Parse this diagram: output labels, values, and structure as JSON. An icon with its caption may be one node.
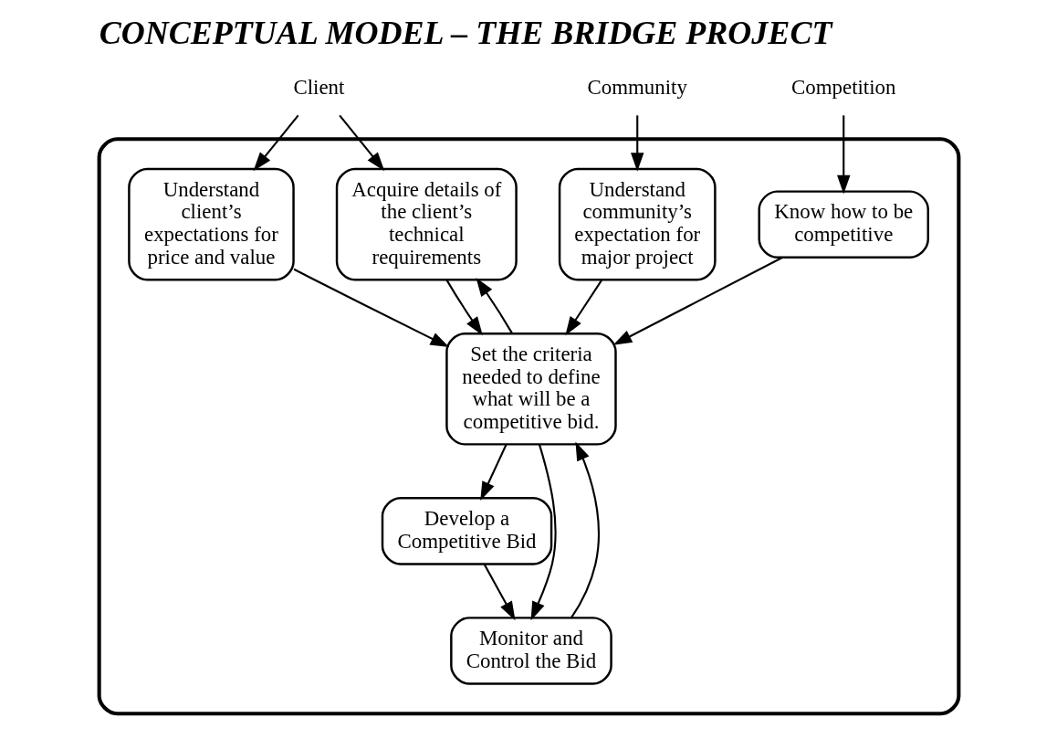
{
  "diagram": {
    "title": "CONCEPTUAL MODEL – THE BRIDGE PROJECT",
    "nodes": [
      {
        "text": [
          "Client"
        ]
      },
      {
        "text": [
          "Community"
        ]
      },
      {
        "text": [
          "Competition"
        ]
      },
      {
        "text": [],
        "shape": "box"
      },
      {
        "text": [
          "Acquire details of the client’s technical requirements"
        ],
        "in": 3
      },
      {
        "text": [
          "Understand client’s expectations for price and value"
        ],
        "in": 3
      },
      {
        "text": [
          "Understand community’s expectation for major project"
        ],
        "in": 3
      },
      {
        "text": [
          "Know how to be competitive"
        ],
        "in": 3
      },
      {
        "text": [
          "Set the criteria needed to define what will be a competitive bid."
        ],
        "in": 3
      },
      {
        "text": [
          "Develop a Competitive Bid"
        ],
        "in": 3
      },
      {
        "text": [
          "Monitor and Control the Bid"
        ],
        "in": 3
      }
    ],
    "edges": [
      {
        "from": 0,
        "to": 4,
        "arrow": "to"
      },
      {
        "from": 0,
        "to": 5,
        "arrow": "to"
      },
      {
        "from": 1,
        "to": 6,
        "arrow": "to"
      },
      {
        "from": 2,
        "to": 7,
        "arrow": "to"
      },
      {
        "from": 4,
        "to": 8,
        "arrow": "to"
      },
      {
        "from": 5,
        "to": 8,
        "arrow": "to"
      },
      {
        "from": 6,
        "to": 8,
        "arrow": "to"
      },
      {
        "from": 7,
        "to": 8,
        "arrow": "to"
      },
      {
        "from": 8,
        "to": 4,
        "arrow": "to"
      },
      {
        "from": 8,
        "to": 9,
        "arrow": "to"
      },
      {
        "from": 8,
        "to": 10,
        "arrow": "to"
      },
      {
        "from": 10,
        "to": 8,
        "arrow": "to"
      },
      {
        "from": 9,
        "to": 10,
        "arrow": "to"
      }
    ]
  }
}
